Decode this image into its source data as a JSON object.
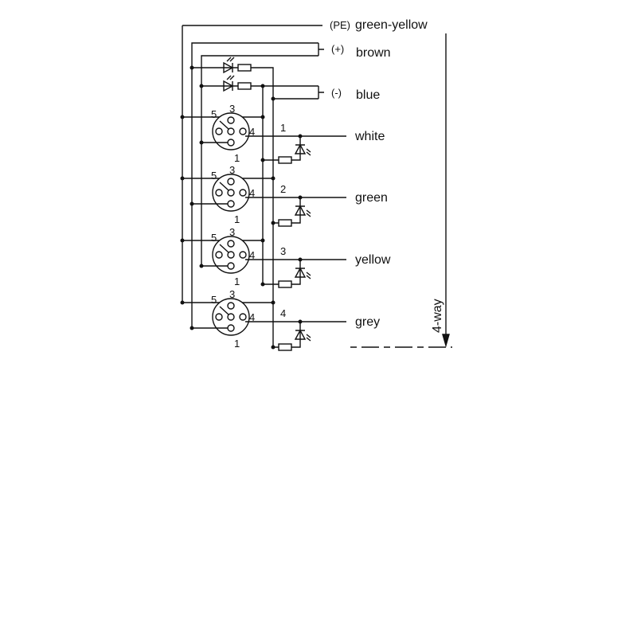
{
  "wires": {
    "pe": {
      "prefix": "(PE)",
      "color": "green-yellow"
    },
    "plus": {
      "prefix": "(+)",
      "color": "brown"
    },
    "minus": {
      "prefix": "(-)",
      "color": "blue"
    }
  },
  "channels": [
    {
      "number": "1",
      "color": "white"
    },
    {
      "number": "2",
      "color": "green"
    },
    {
      "number": "3",
      "color": "yellow"
    },
    {
      "number": "4",
      "color": "grey"
    }
  ],
  "connector_pins": {
    "top": "3",
    "left_upper": "5",
    "right": "4",
    "bottom": "1"
  },
  "variant_label": "4-way"
}
